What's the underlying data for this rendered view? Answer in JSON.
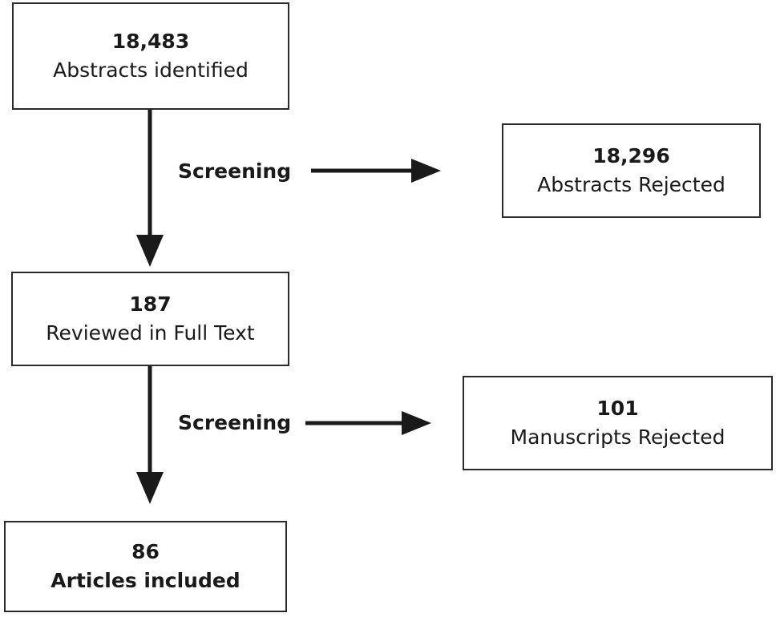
{
  "boxes": {
    "identified": {
      "count": "18,483",
      "label": "Abstracts identified"
    },
    "abstracts_rejected": {
      "count": "18,296",
      "label": "Abstracts Rejected"
    },
    "full_text": {
      "count": "187",
      "label": "Reviewed in Full Text"
    },
    "manuscripts_rejected": {
      "count": "101",
      "label": "Manuscripts Rejected"
    },
    "included": {
      "count": "86",
      "label": "Articles included"
    }
  },
  "steps": {
    "first": "Screening",
    "second": "Screening"
  },
  "colors": {
    "line": "#1a1a1a",
    "border": "#2a2a2a",
    "background": "#ffffff"
  }
}
